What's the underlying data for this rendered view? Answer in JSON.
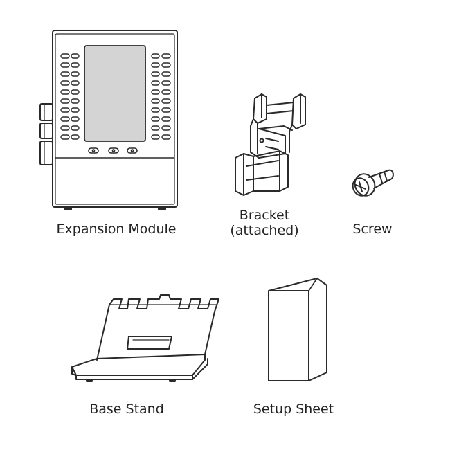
{
  "items": {
    "expansion_module": {
      "label": "Expansion Module"
    },
    "bracket": {
      "label_line1": "Bracket",
      "label_line2": "(attached)"
    },
    "screw": {
      "label": "Screw"
    },
    "base_stand": {
      "label": "Base Stand"
    },
    "setup_sheet": {
      "label": "Setup Sheet"
    }
  },
  "colors": {
    "line": "#2a2a2a",
    "screen_fill": "#d4d4d4",
    "background": "#ffffff"
  }
}
